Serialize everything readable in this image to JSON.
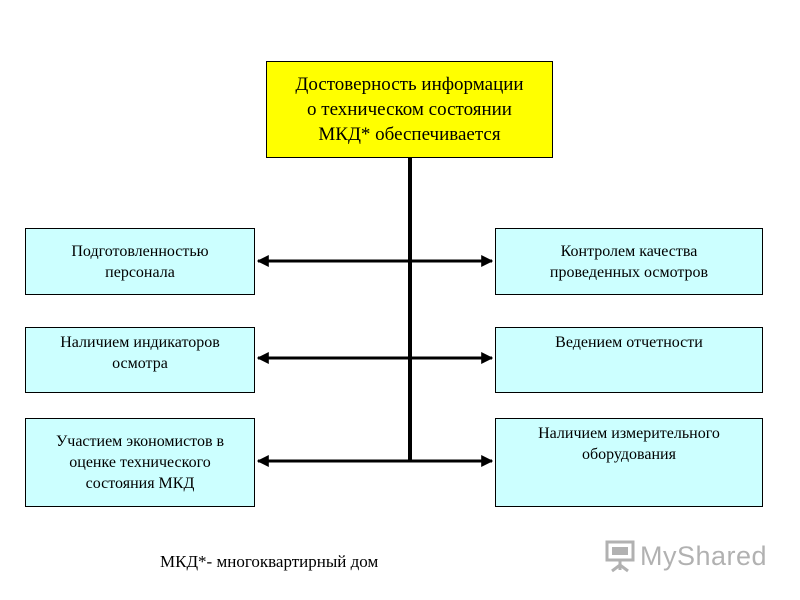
{
  "diagram": {
    "top": {
      "lines": [
        "Достоверность информации",
        "о техническом состоянии",
        "МКД* обеспечивается"
      ]
    },
    "left": [
      {
        "lines": [
          "Подготовленностью",
          "персонала"
        ]
      },
      {
        "lines": [
          "Наличием индикаторов",
          "осмотра"
        ]
      },
      {
        "lines": [
          "Участием экономистов в",
          "оценке технического",
          "состояния МКД"
        ]
      }
    ],
    "right": [
      {
        "lines": [
          "Контролем качества",
          "проведенных осмотров"
        ]
      },
      {
        "lines": [
          "Ведением отчетности"
        ]
      },
      {
        "lines": [
          "Наличием измерительного",
          "оборудования"
        ]
      }
    ],
    "colors": {
      "top_fill": "#ffff00",
      "box_fill": "#ccffff",
      "line": "#000000"
    }
  },
  "footnote": "МКД*- многоквартирный дом",
  "watermark": {
    "text": "MyShared",
    "icon": "presentation-board-icon"
  }
}
